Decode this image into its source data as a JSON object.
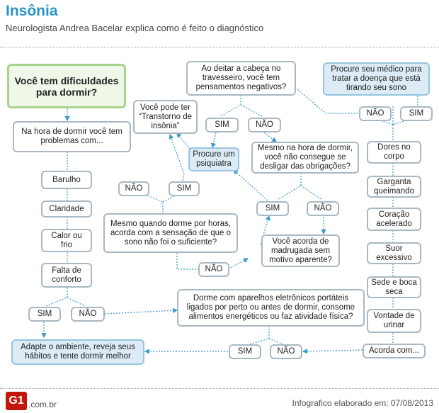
{
  "header": {
    "title": "Insônia",
    "subtitle": "Neurologista Andrea Bacelar explica como é feito o diagnóstico"
  },
  "nodes": {
    "start": "Você tem dificuldades para dormir?",
    "hora_dormir": "Na hora de dormir você tem problemas com...",
    "barulho": "Barulho",
    "claridade": "Claridade",
    "calor": "Calor ou frio",
    "falta": "Falta de conforto",
    "adapte": "Adapte o ambiente, reveja seus hábitos e tente dormir melhor",
    "deitar": "Ao deitar a cabeça no travesseiro, você tem pensamentos negativos?",
    "transtorno": "Você pode ter “Transtorno de insônia”",
    "psiquiatra": "Procure um psiquiatra",
    "mesmo_hora": "Mesmo na hora de dormir, você não consegue se desligar das obrigações?",
    "mesmo_horas": "Mesmo quando dorme por horas, acorda com a sensação de que o sono não foi o suficiente?",
    "acorda_madrugada": "Você acorda de madrugada sem motivo aparente?",
    "aparelhos": "Dorme com aparelhos eletrônicos portáteis ligados por perto ou antes de dormir, consome alimentos energéticos ou faz atividade física?",
    "procure_medico": "Procure seu médico para tratar a doença que está tirando seu sono",
    "dores": "Dores no corpo",
    "garganta": "Garganta queimando",
    "coracao": "Coração acelerado",
    "suor": "Suor excessivo",
    "sede": "Sede e boca seca",
    "vontade": "Vontade de urinar",
    "acorda_com": "Acorda com..."
  },
  "answers": {
    "sim": "SIM",
    "nao": "NÃO"
  },
  "footer": {
    "logo": "G1",
    "domain": ".com.br",
    "credit": "Infografico elaborado em: 07/08/2013"
  }
}
